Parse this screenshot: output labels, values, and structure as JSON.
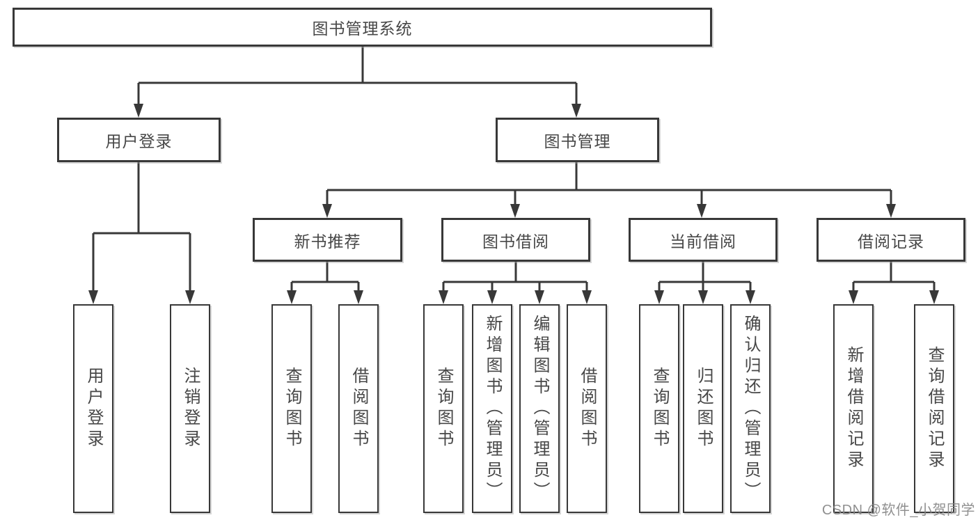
{
  "tree": {
    "root": {
      "label": "图书管理系统"
    },
    "branches": [
      {
        "label": "用户登录",
        "children": [
          {
            "label": "用户登录"
          },
          {
            "label": "注销登录"
          }
        ]
      },
      {
        "label": "图书管理",
        "children": [
          {
            "label": "新书推荐",
            "children": [
              {
                "label": "查询图书"
              },
              {
                "label": "借阅图书"
              }
            ]
          },
          {
            "label": "图书借阅",
            "children": [
              {
                "label": "查询图书"
              },
              {
                "label": "新增图书（管理员）"
              },
              {
                "label": "编辑图书（管理员）"
              },
              {
                "label": "借阅图书"
              }
            ]
          },
          {
            "label": "当前借阅",
            "children": [
              {
                "label": "查询图书"
              },
              {
                "label": "归还图书"
              },
              {
                "label": "确认归还（管理员）"
              }
            ]
          },
          {
            "label": "借阅记录",
            "children": [
              {
                "label": "新增借阅记录"
              },
              {
                "label": "查询借阅记录"
              }
            ]
          }
        ]
      }
    ]
  },
  "watermark": {
    "text": "CSDN @软件_小贺同学"
  },
  "colors": {
    "line": "#383838",
    "box_border": "#383838",
    "text": "#474747",
    "watermark": "#878787",
    "background": "#ffffff"
  }
}
